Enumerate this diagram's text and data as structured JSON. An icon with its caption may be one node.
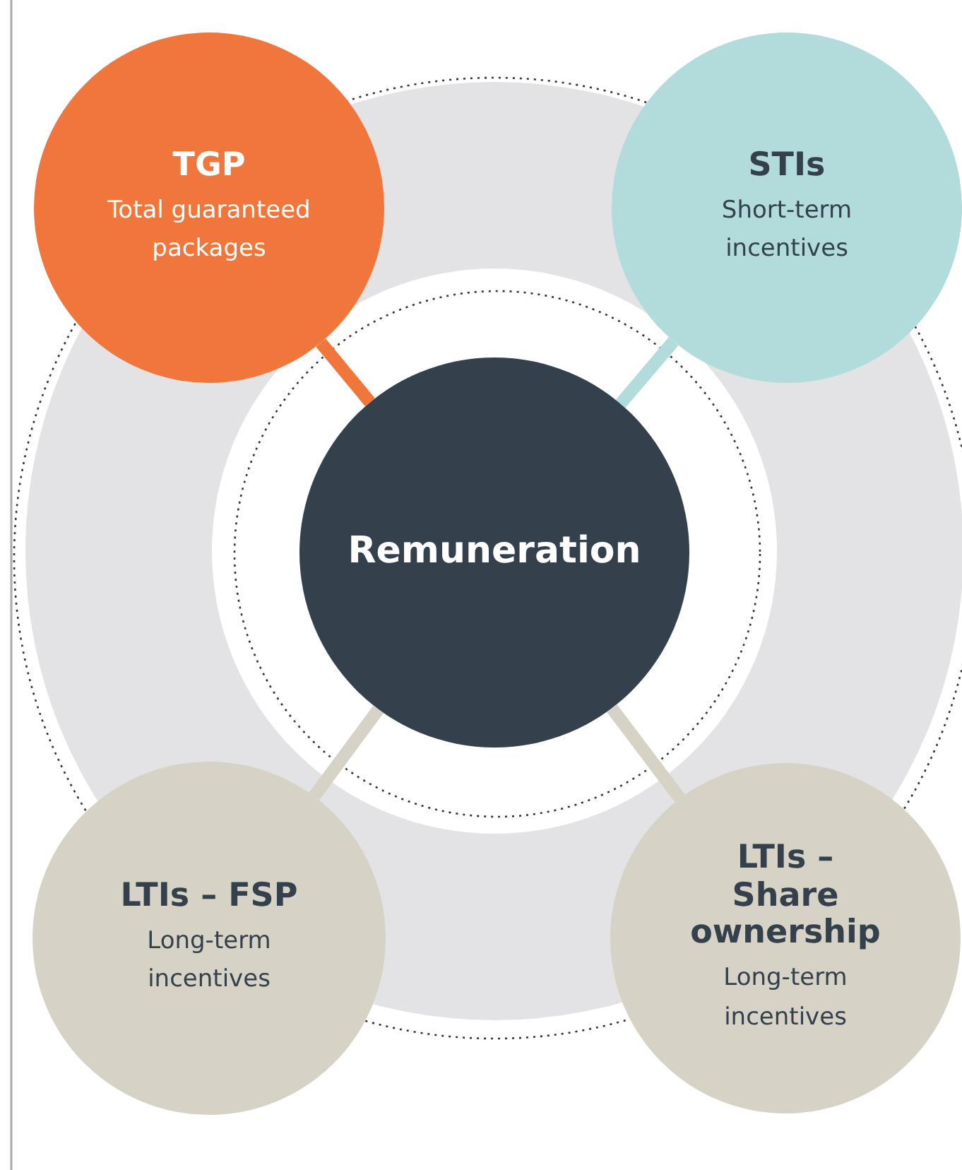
{
  "diagram": {
    "nodes": [
      {
        "text": [
          "TGP",
          "Total guaranteed packages"
        ]
      },
      {
        "text": [
          "STIs",
          "Short-term incentives"
        ]
      },
      {
        "text": [
          "Remuneration"
        ]
      },
      {
        "text": [
          "LTIs – FSP",
          "Long-term incentives"
        ]
      },
      {
        "text": [
          "LTIs – Share ownership",
          "Long-term incentives"
        ]
      }
    ],
    "edges": [
      {
        "from": 0,
        "to": 2,
        "arrow": "none",
        "color": "#f0763c"
      },
      {
        "from": 1,
        "to": 2,
        "arrow": "none",
        "color": "#b2dcdc"
      },
      {
        "from": 3,
        "to": 2,
        "arrow": "none",
        "color": "#d6d3c6"
      },
      {
        "from": 4,
        "to": 2,
        "arrow": "none",
        "color": "#d6d3c6"
      }
    ]
  }
}
